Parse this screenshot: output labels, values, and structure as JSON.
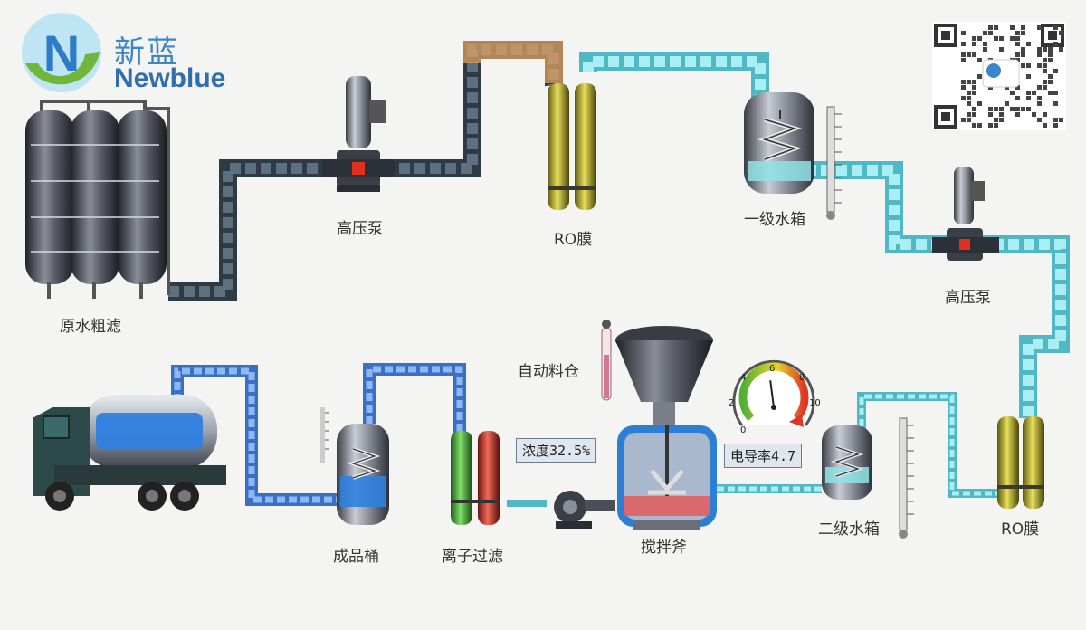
{
  "brand": {
    "name_cn": "新蓝",
    "name_en": "Newblue",
    "logo_letter": "N"
  },
  "labels": {
    "raw_filter": "原水粗滤",
    "hp_pump_1": "高压泵",
    "ro_membrane_1": "RO膜",
    "tank_level1": "一级水箱",
    "hp_pump_2": "高压泵",
    "ro_membrane_2": "RO膜",
    "tank_level2": "二级水箱",
    "mixer": "搅拌斧",
    "auto_silo": "自动料仓",
    "ion_filter": "离子过滤",
    "product_tank": "成品桶"
  },
  "readouts": {
    "concentration": "浓度32.5%",
    "conductivity": "电导率4.7"
  },
  "gauge": {
    "ticks": [
      "0",
      "2",
      "4",
      "6",
      "8",
      "10"
    ],
    "value": 4.7,
    "max": 10
  },
  "colors": {
    "pipe_dark": "#2f3a44",
    "pipe_cyan": "#6fd3e0",
    "pipe_blue": "#4a86d6",
    "pipe_orange": "#e0a060",
    "water_cyan": "#8fe3e6",
    "water_blue": "#2f7fe0",
    "ro_yellow": "#c8c23a",
    "ion_green": "#3fb03a",
    "ion_red": "#d83a2a"
  }
}
